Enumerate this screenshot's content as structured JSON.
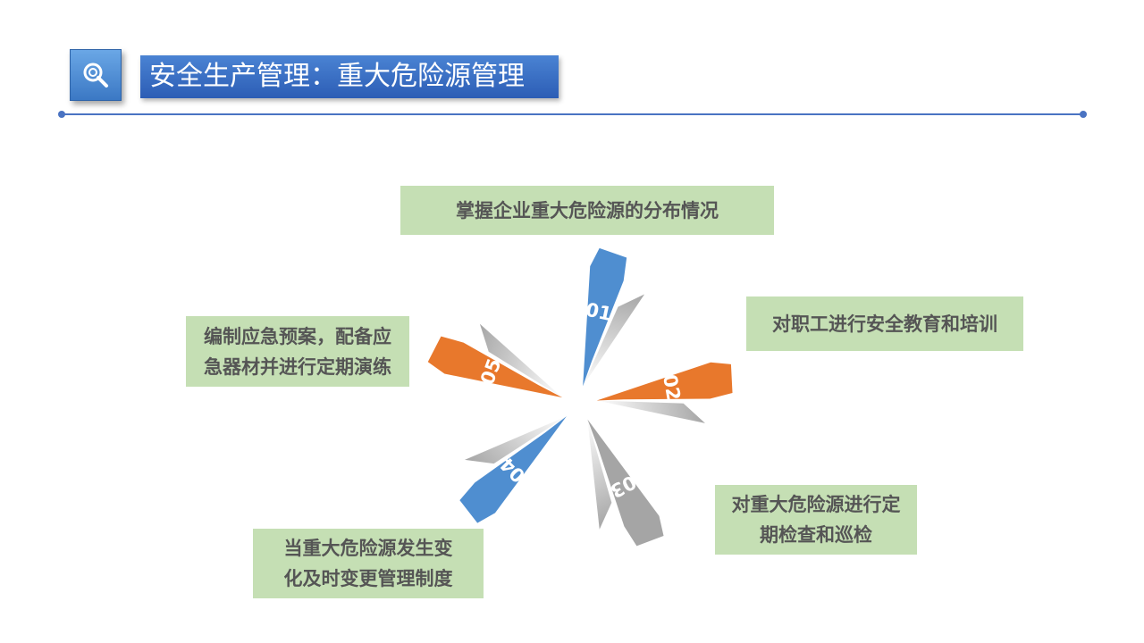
{
  "header": {
    "title": "安全生产管理：重大危险源管理",
    "icon": "search-icon"
  },
  "diagram": {
    "items": [
      {
        "number": "01",
        "text": "掌握企业重大危险源的分布情况",
        "color": "#4f8ed0"
      },
      {
        "number": "02",
        "text": "对职工进行安全教育和培训",
        "color": "#e8782c"
      },
      {
        "number": "03",
        "lines": [
          "对重大危险源进行定",
          "期检查和巡检"
        ],
        "color": "#a5a5a5"
      },
      {
        "number": "04",
        "lines": [
          "当重大危险源发生变",
          "化及时变更管理制度"
        ],
        "color": "#4f8ed0"
      },
      {
        "number": "05",
        "lines": [
          "编制应急预案，配备应",
          "急器材并进行定期演练"
        ],
        "color": "#e8782c"
      }
    ],
    "label_bg": "#c5dfb4",
    "label_text_color": "#555555"
  }
}
